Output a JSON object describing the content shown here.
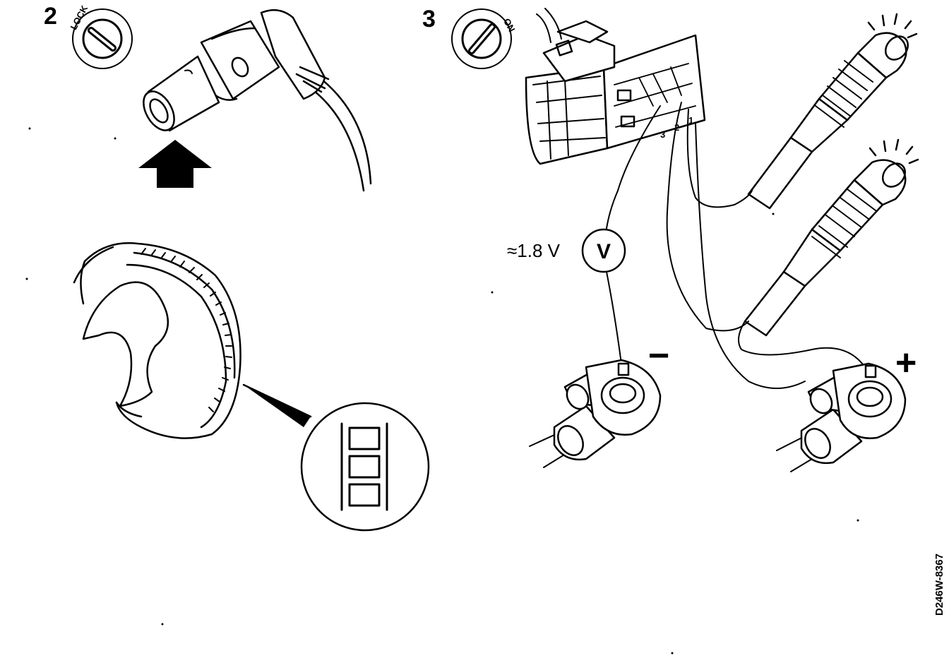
{
  "step_left": {
    "number": "2",
    "switch_label": "LOCK"
  },
  "step_right": {
    "number": "3",
    "switch_label": "ON"
  },
  "connector_pins": [
    "3",
    "2",
    "1"
  ],
  "voltmeter": {
    "label": "≈1.8 V",
    "symbol": "V"
  },
  "terminal_negative": "−",
  "terminal_positive": "+",
  "figure_code": "D246W-8367",
  "colors": {
    "ink": "#000000",
    "paper": "#ffffff"
  }
}
